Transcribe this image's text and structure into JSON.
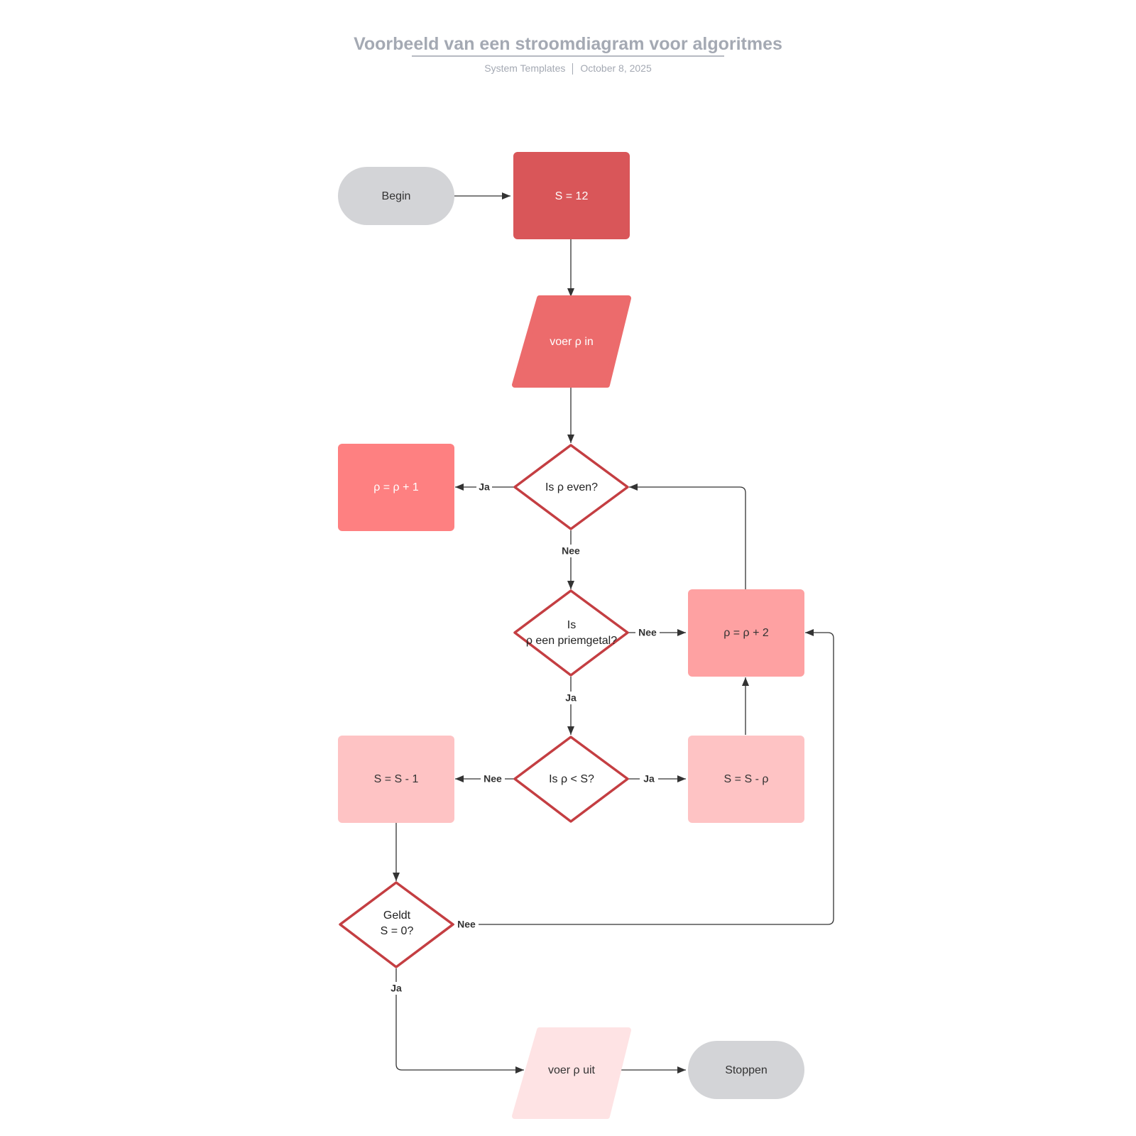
{
  "header": {
    "title": "Voorbeeld van een stroomdiagram voor algoritmes",
    "author": "System Templates",
    "date": "October 8, 2025"
  },
  "colors": {
    "terminal": "#d3d4d7",
    "dark_red": "#d95659",
    "red": "#ec6b6c",
    "salmon": "#fe8081",
    "pink": "#fea1a2",
    "light_pink": "#fec3c4",
    "pale_pink": "#fee3e4",
    "decision_border": "#c43e42",
    "line": "#333333"
  },
  "nodes": {
    "begin": "Begin",
    "s12": "S = 12",
    "input": "voer ρ in",
    "p_plus_1": "ρ = ρ + 1",
    "even": "Is ρ even?",
    "prime_1": "Is",
    "prime_2": "ρ een priemgetal?",
    "p_plus_2": "ρ = ρ + 2",
    "s_minus_1": "S = S - 1",
    "less": "Is ρ < S?",
    "s_minus_p": "S = S - ρ",
    "zero_1": "Geldt",
    "zero_2": "S = 0?",
    "output": "voer ρ uit",
    "stop": "Stoppen"
  },
  "edges": {
    "ja": "Ja",
    "nee": "Nee"
  }
}
